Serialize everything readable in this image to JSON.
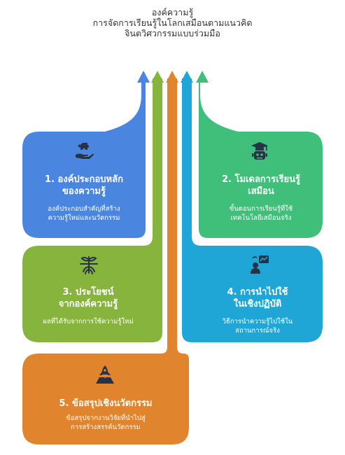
{
  "title": {
    "line1": "องค์ความรู้",
    "line2": "การจัดการเรียนรู้ในโลกเสมือนตามแนวคิด",
    "line3": "จินตวิศวกรรมแบบร่วมมือ"
  },
  "colors": {
    "blue": "#4A86E0",
    "green": "#3FBF7A",
    "olive": "#86B43D",
    "cyan": "#1FA6D6",
    "orange": "#E0852E"
  },
  "cards": [
    {
      "color": "blue",
      "icon": "puzzle-hand-icon",
      "heading_line1": "1. องค์ประกอบหลัก",
      "heading_line2": "ของความรู้",
      "desc_line1": "องค์ประกอบสำคัญที่สร้าง",
      "desc_line2": "ความรู้ใหม่และนวัตกรรม"
    },
    {
      "color": "green",
      "icon": "graduate-robot-icon",
      "heading_line1": "2. โมเดลการเรียนรู้",
      "heading_line2": "เสมือน",
      "desc_line1": "ขั้นตอนการเรียนรู้ที่ใช้",
      "desc_line2": "เทคโนโลยีเสมือนจริง"
    },
    {
      "color": "olive",
      "icon": "sprout-roots-icon",
      "heading_line1": "3. ประโยชน์",
      "heading_line2": "จากองค์ความรู้",
      "desc_line1": "ผลที่ได้รับจากการใช้ความรู้ใหม่",
      "desc_line2": ""
    },
    {
      "color": "cyan",
      "icon": "presenter-board-icon",
      "heading_line1": "4. การนำไปใช้",
      "heading_line2": "ในเชิงปฏิบัติ",
      "desc_line1": "วิธีการนำความรู้ไปใช้ใน",
      "desc_line2": "สถานการณ์จริง"
    },
    {
      "color": "orange",
      "icon": "rocket-launch-icon",
      "heading_line1": "5. ข้อสรุปเชิงนวัตกรรม",
      "heading_line2": "",
      "desc_line1": "ข้อสรุปจากงานวิจัยที่นำไปสู่",
      "desc_line2": "การสร้างสรรค์นวัตกรรม"
    }
  ]
}
